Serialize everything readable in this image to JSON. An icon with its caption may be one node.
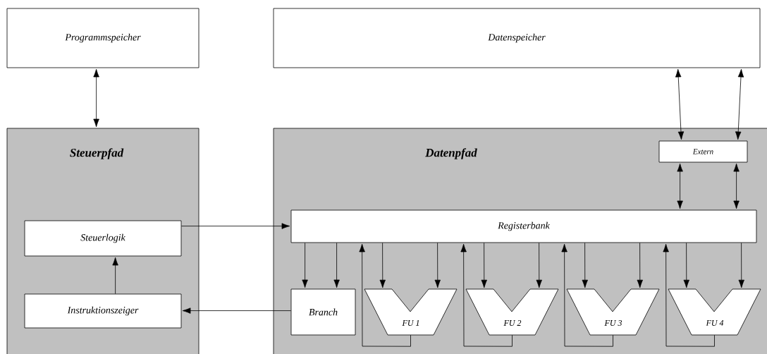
{
  "diagram": {
    "nodes": [
      {
        "text": [
          "Programmspeicher"
        ]
      },
      {
        "text": [
          "Datenspeicher"
        ]
      },
      {
        "text": [
          "Steuerpfad"
        ]
      },
      {
        "text": [
          "Steuerlogik"
        ],
        "in": 2
      },
      {
        "text": [
          "Instruktionszeiger"
        ],
        "in": 2
      },
      {
        "text": [
          "Datenpfad"
        ]
      },
      {
        "text": [
          "Extern"
        ],
        "in": 5
      },
      {
        "text": [
          "Registerbank"
        ],
        "in": 5
      },
      {
        "text": [
          "Branch"
        ],
        "in": 5
      },
      {
        "text": [
          "FU 1"
        ],
        "in": 5
      },
      {
        "text": [
          "FU 2"
        ],
        "in": 5
      },
      {
        "text": [
          "FU 3"
        ],
        "in": 5
      },
      {
        "text": [
          "FU 4"
        ],
        "in": 5
      }
    ],
    "edges": [
      {
        "from": 0,
        "to": 2,
        "arrow": "both"
      },
      {
        "from": 1,
        "to": 6,
        "arrow": "both"
      },
      {
        "from": 1,
        "to": 6,
        "arrow": "both"
      },
      {
        "from": 6,
        "to": 7,
        "arrow": "both"
      },
      {
        "from": 6,
        "to": 7,
        "arrow": "both"
      },
      {
        "from": 3,
        "to": 7,
        "arrow": "to"
      },
      {
        "from": 8,
        "to": 4,
        "arrow": "to"
      },
      {
        "from": 4,
        "to": 3,
        "arrow": "to"
      },
      {
        "from": 7,
        "to": 8,
        "arrow": "to"
      },
      {
        "from": 7,
        "to": 8,
        "arrow": "to"
      },
      {
        "from": 7,
        "to": 9,
        "arrow": "to"
      },
      {
        "from": 7,
        "to": 9,
        "arrow": "to"
      },
      {
        "from": 9,
        "to": 7,
        "arrow": "to"
      },
      {
        "from": 7,
        "to": 10,
        "arrow": "to"
      },
      {
        "from": 7,
        "to": 10,
        "arrow": "to"
      },
      {
        "from": 10,
        "to": 7,
        "arrow": "to"
      },
      {
        "from": 7,
        "to": 11,
        "arrow": "to"
      },
      {
        "from": 7,
        "to": 11,
        "arrow": "to"
      },
      {
        "from": 11,
        "to": 7,
        "arrow": "to"
      },
      {
        "from": 7,
        "to": 12,
        "arrow": "to"
      },
      {
        "from": 7,
        "to": 12,
        "arrow": "to"
      },
      {
        "from": 12,
        "to": 7,
        "arrow": "to"
      }
    ]
  }
}
